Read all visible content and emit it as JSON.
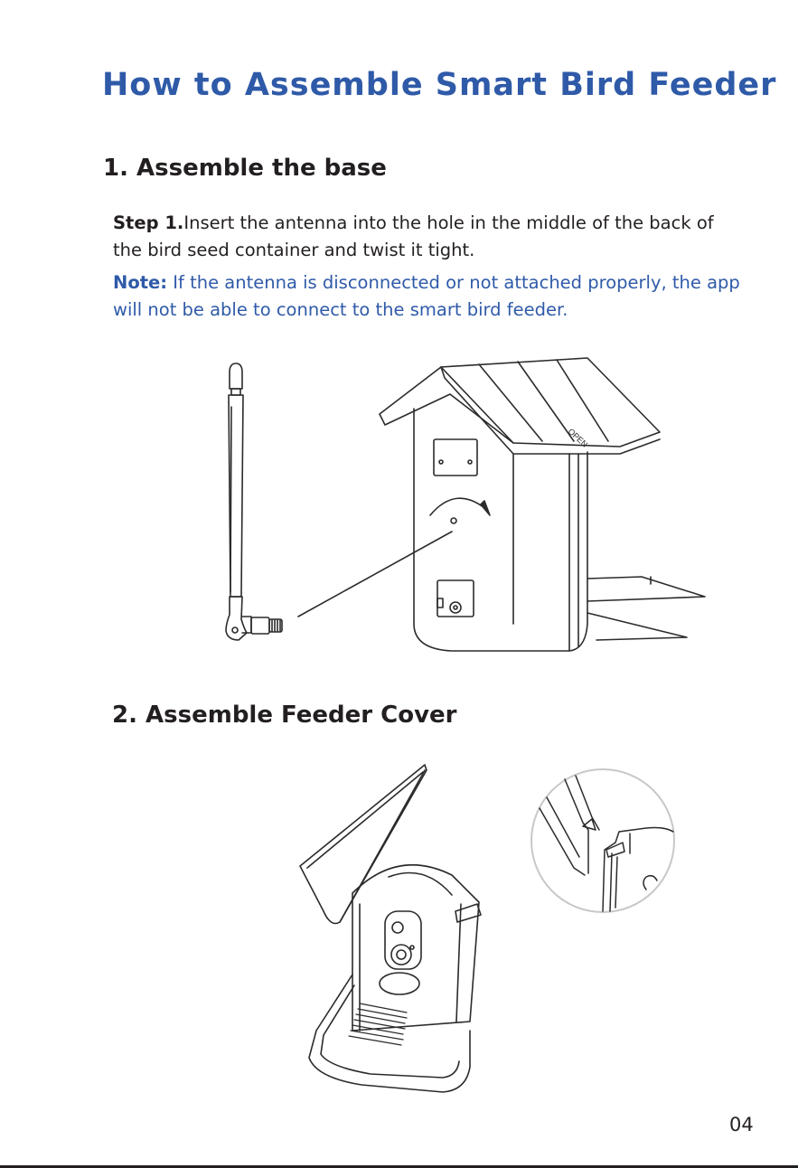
{
  "title": "How to Assemble Smart Bird Feeder",
  "sections": [
    {
      "heading": "1. Assemble the base",
      "step_label": "Step 1.",
      "step_text": "Insert the antenna into the hole in the middle of the back of the bird seed container and twist it tight.",
      "note_label": "Note:",
      "note_text": " If the antenna is disconnected or not attached properly, the app will not be able to connect to the smart bird feeder.",
      "illustration_label": "OPEN"
    },
    {
      "heading": "2. Assemble Feeder Cover"
    }
  ],
  "page_number": "04",
  "colors": {
    "accent_blue": "#2f5aa8",
    "text_dark": "#231f20",
    "line_art": "#2b2b2b",
    "inset_circle": "#c8c8c8"
  }
}
